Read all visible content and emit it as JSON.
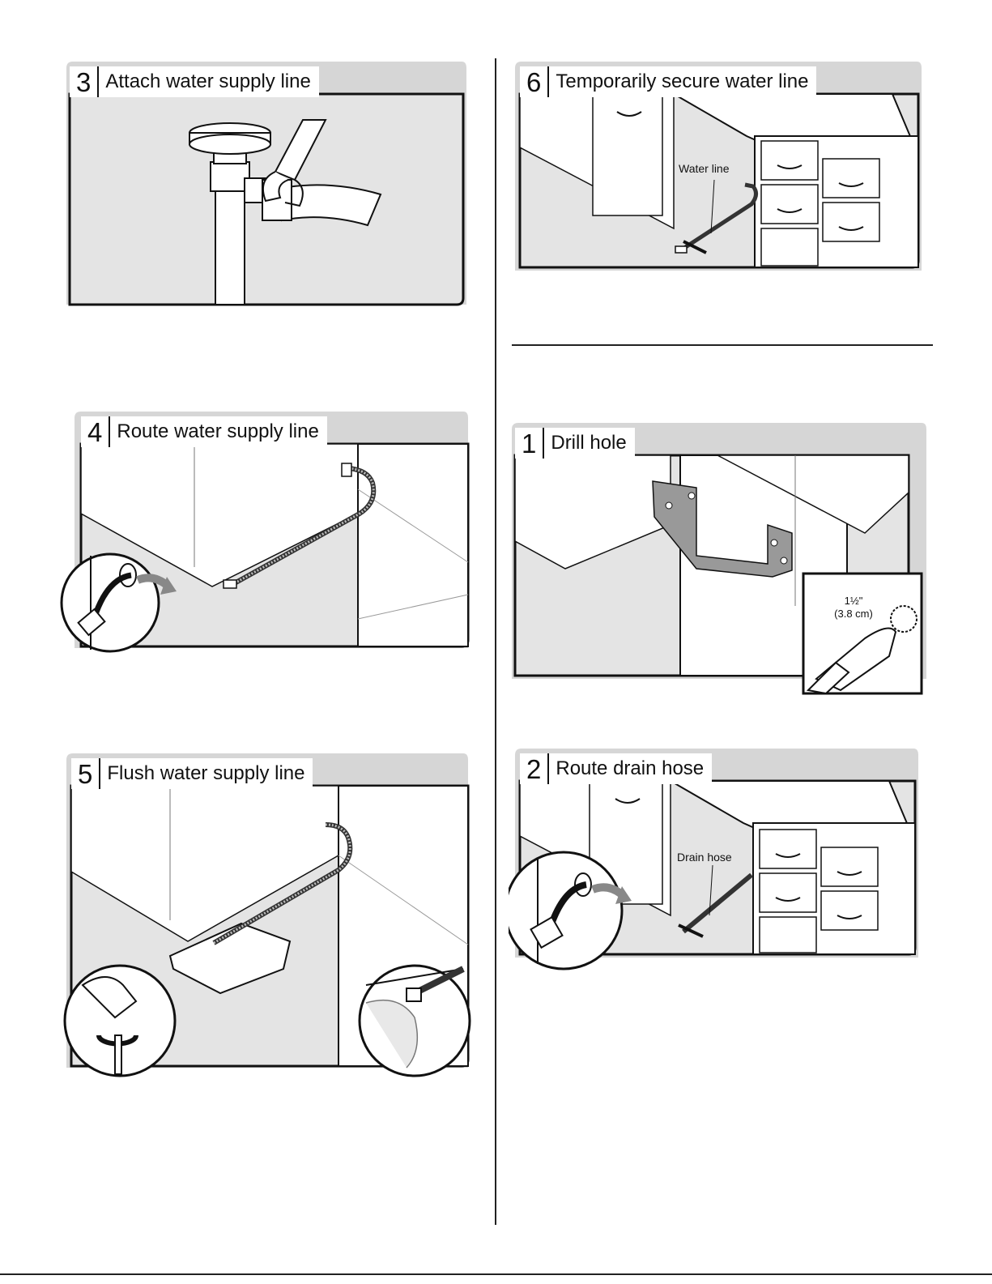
{
  "steps": [
    {
      "id": "attach",
      "number": "3",
      "title": "Attach water supply line"
    },
    {
      "id": "route-water",
      "number": "4",
      "title": "Route water supply line"
    },
    {
      "id": "flush",
      "number": "5",
      "title": "Flush water supply line"
    },
    {
      "id": "secure",
      "number": "6",
      "title": "Temporarily secure water line"
    },
    {
      "id": "drill",
      "number": "1",
      "title": "Drill hole"
    },
    {
      "id": "drain",
      "number": "2",
      "title": "Route drain hose"
    }
  ],
  "callouts": {
    "water_line": "Water line",
    "drain_hose": "Drain hose",
    "drill_size": "1½\"",
    "drill_size_metric": "(3.8 cm)"
  }
}
